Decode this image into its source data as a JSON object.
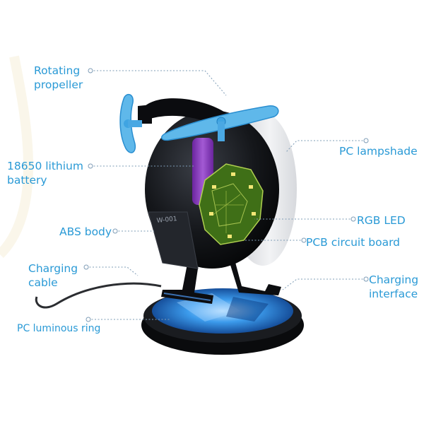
{
  "labels": {
    "rotating_propeller": [
      "Rotating",
      "propeller"
    ],
    "battery": [
      "18650 lithium",
      "battery"
    ],
    "abs_body": "ABS body",
    "charging_cable": [
      "Charging",
      "cable"
    ],
    "pc_luminous_ring": "PC luminous ring",
    "pc_lampshade": "PC lampshade",
    "rgb_led": "RGB LED",
    "pcb_circuit_board": "PCB circuit board",
    "charging_interface": [
      "Charging",
      "interface"
    ]
  },
  "body_marking": "W-001",
  "colors": {
    "label_text": "#2a9ad6",
    "leader_line": "#7e9cb6",
    "propeller": "#5fb8ea",
    "body": "#101216",
    "lampshade": "#e8e9ec",
    "battery": "#8a3bbd",
    "pcb": "#4a7e1a",
    "base_glow": "#2f8fe6"
  }
}
